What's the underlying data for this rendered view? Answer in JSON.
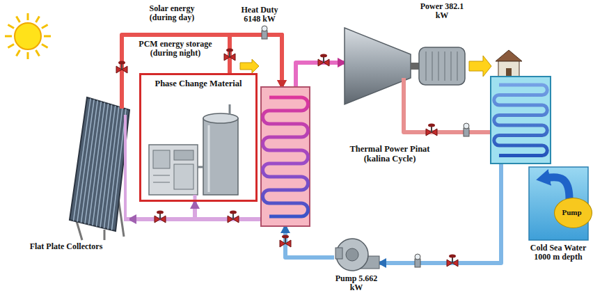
{
  "diagram": {
    "nodes": [
      {
        "text": [
          "Flat Plate Collectors"
        ]
      },
      {
        "text": [
          "Phase Change Material"
        ]
      },
      {
        "text": [
          "Thermal Power Pinat (kalina Cycle)"
        ]
      },
      {
        "text": [
          "Power 382.1 kW"
        ]
      },
      {
        "text": [
          "Cold Sea Water 1000 m depth"
        ]
      },
      {
        "text": [
          "Pump"
        ],
        "in": 4
      },
      {
        "text": [
          "Pump 5.662 kW"
        ]
      }
    ],
    "edges": [
      {
        "from": 0,
        "to": 2,
        "arrow": "to"
      },
      {
        "from": 1,
        "to": 2,
        "arrow": "to"
      },
      {
        "from": 2,
        "to": 0,
        "arrow": "to"
      },
      {
        "from": 2,
        "to": 1,
        "arrow": "to"
      },
      {
        "from": 2,
        "to": 3,
        "arrow": "to"
      },
      {
        "from": 3,
        "to": 6,
        "arrow": "to"
      },
      {
        "from": 6,
        "to": 2,
        "arrow": "to"
      }
    ],
    "labels": [
      "Solar energy (during day)",
      "PCM energy storage (during night)",
      "Heat Duty 6148 kW"
    ]
  }
}
